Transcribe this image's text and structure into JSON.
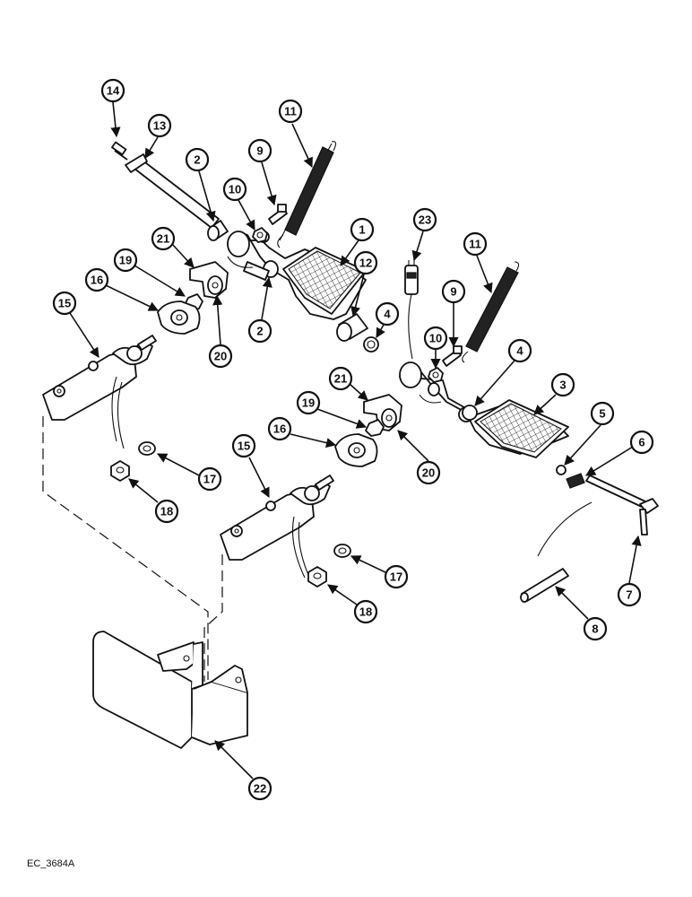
{
  "figure_code": "EC_3684A",
  "callouts": [
    "14",
    "13",
    "11",
    "2",
    "9",
    "10",
    "1",
    "23",
    "11",
    "21",
    "19",
    "16",
    "15",
    "12",
    "4",
    "20",
    "2",
    "9",
    "10",
    "4",
    "3",
    "21",
    "19",
    "16",
    "20",
    "5",
    "6",
    "15",
    "17",
    "18",
    "7",
    "17",
    "18",
    "8",
    "22"
  ]
}
